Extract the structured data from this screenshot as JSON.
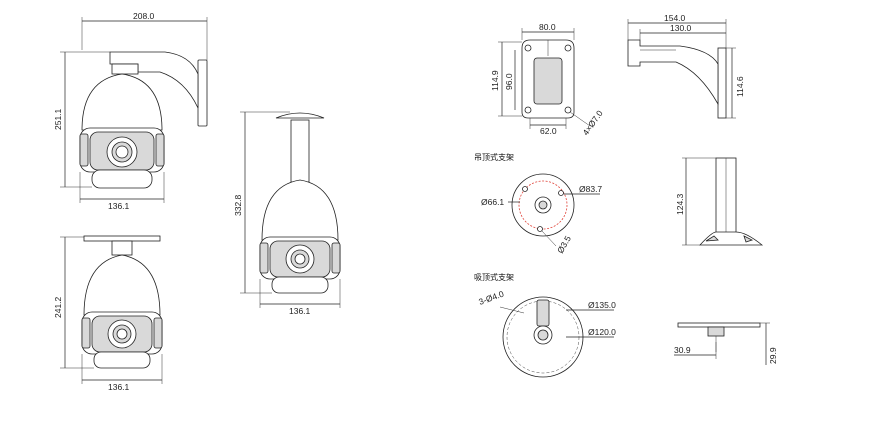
{
  "dimensions": {
    "wall_mount_front_width": "208.0",
    "wall_mount_front_height": "251.1",
    "wall_mount_front_base": "136.1",
    "ceiling_mount_height": "332.8",
    "ceiling_mount_base": "136.1",
    "flush_mount_height": "241.2",
    "flush_mount_base": "136.1",
    "bracket_back_width": "80.0",
    "bracket_back_height_outer": "114.9",
    "bracket_back_height_inner": "96.0",
    "bracket_back_bottom": "62.0",
    "bracket_back_holes": "4×Ø7.0",
    "bracket_side_width_outer": "154.0",
    "bracket_side_width_inner": "130.0",
    "bracket_side_height": "114.6",
    "pendant_plate_outer": "Ø83.7",
    "pendant_plate_inner": "Ø66.1",
    "pendant_plate_hole": "Ø3.5",
    "pendant_side_height": "124.3",
    "ceiling_plate_outer": "Ø135.0",
    "ceiling_plate_inner": "Ø120.0",
    "ceiling_plate_holes": "3-Ø4.0",
    "ceiling_plate_side_width": "30.9",
    "ceiling_plate_side_height": "29.9"
  },
  "captions": {
    "pendant_mount": "吊顶式支架",
    "ceiling_mount": "吸顶式支架"
  },
  "colors": {
    "line": "#222222",
    "marker": "#e0443a",
    "housing_shade": "#d9d9d9"
  }
}
